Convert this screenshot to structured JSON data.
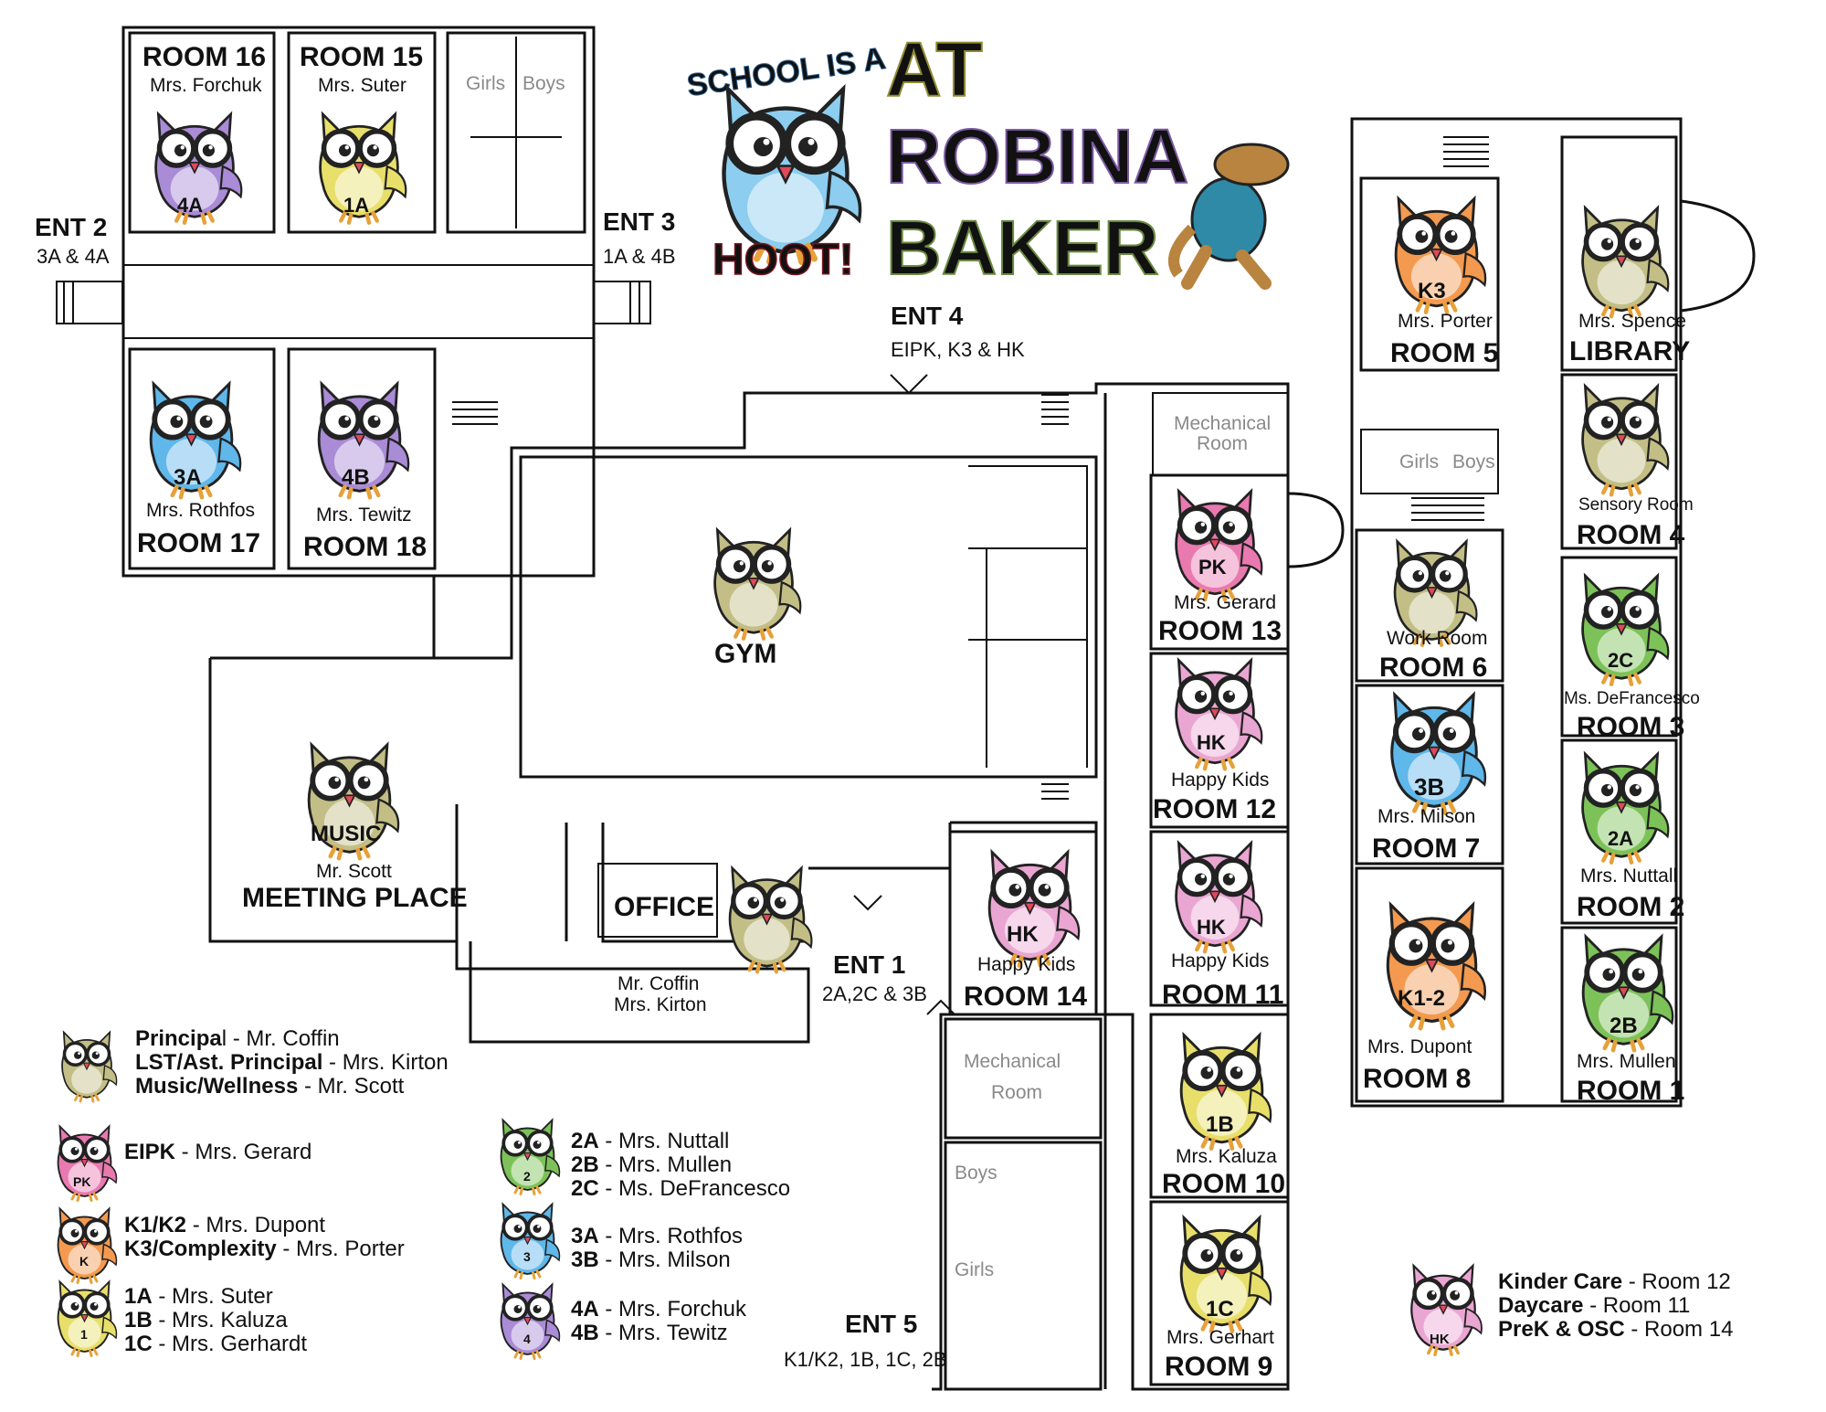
{
  "header": {
    "school_is_a": "SCHOOL IS A",
    "hoot": "HOOT!",
    "at": "AT",
    "robina": "ROBINA",
    "baker": "BAKER"
  },
  "colors": {
    "purple": "#a98bd6",
    "yellow": "#e8df6b",
    "blue": "#5fb7ea",
    "olive": "#c2be86",
    "pink": "#e87ab0",
    "lightpink": "#eaa6d2",
    "orange": "#f39a50",
    "green": "#7cc258",
    "hoot_red": "#e0495a",
    "at_yellow": "#f2ea5a"
  },
  "entrances": {
    "ent1": {
      "name": "ENT 1",
      "sub": "2A,2C & 3B"
    },
    "ent2": {
      "name": "ENT 2",
      "sub": "3A & 4A"
    },
    "ent3": {
      "name": "ENT 3",
      "sub": "1A & 4B"
    },
    "ent4": {
      "name": "ENT 4",
      "sub": "EIPK, K3 & HK"
    },
    "ent5": {
      "name": "ENT 5",
      "sub": "K1/K2, 1B, 1C, 2B"
    }
  },
  "rooms": {
    "r16": {
      "name": "ROOM 16",
      "teacher": "Mrs. Forchuk",
      "badge": "4A"
    },
    "r15": {
      "name": "ROOM 15",
      "teacher": "Mrs. Suter",
      "badge": "1A"
    },
    "r17": {
      "name": "ROOM 17",
      "teacher": "Mrs. Rothfos",
      "badge": "3A"
    },
    "r18": {
      "name": "ROOM 18",
      "teacher": "Mrs. Tewitz",
      "badge": "4B"
    },
    "r13": {
      "name": "ROOM 13",
      "teacher": "Mrs. Gerard",
      "badge": "PK"
    },
    "r12": {
      "name": "ROOM 12",
      "teacher": "Happy Kids",
      "badge": "HK"
    },
    "r11": {
      "name": "ROOM 11",
      "teacher": "Happy Kids",
      "badge": "HK"
    },
    "r14": {
      "name": "ROOM 14",
      "teacher": "Happy Kids",
      "badge": "HK"
    },
    "r10": {
      "name": "ROOM 10",
      "teacher": "Mrs. Kaluza",
      "badge": "1B"
    },
    "r9": {
      "name": "ROOM 9",
      "teacher": "Mrs. Gerhart",
      "badge": "1C"
    },
    "r5": {
      "name": "ROOM 5",
      "teacher": "Mrs. Porter",
      "badge": "K3"
    },
    "library": {
      "name": "LIBRARY",
      "teacher": "Mrs. Spence"
    },
    "r4": {
      "name": "ROOM 4",
      "teacher": "Sensory Room"
    },
    "r6": {
      "name": "ROOM 6",
      "teacher": "Work Room"
    },
    "r3": {
      "name": "ROOM 3",
      "teacher": "Ms. DeFrancesco",
      "badge": "2C"
    },
    "r7": {
      "name": "ROOM 7",
      "teacher": "Mrs. Milson",
      "badge": "3B"
    },
    "r2": {
      "name": "ROOM 2",
      "teacher": "Mrs. Nuttall",
      "badge": "2A"
    },
    "r8": {
      "name": "ROOM 8",
      "teacher": "Mrs. Dupont",
      "badge": "K1-2"
    },
    "r1": {
      "name": "ROOM 1",
      "teacher": "Mrs. Mullen",
      "badge": "2B"
    },
    "gym": {
      "name": "GYM"
    },
    "office": {
      "name": "OFFICE",
      "staff1": "Mr. Coffin",
      "staff2": "Mrs. Kirton"
    },
    "meeting": {
      "name": "MEETING PLACE",
      "teacher": "Mr. Scott",
      "badge": "MUSIC"
    }
  },
  "labels": {
    "girls": "Girls",
    "boys": "Boys",
    "mechanical": "Mechanical",
    "room": "Room"
  },
  "legend": {
    "staff": [
      {
        "role": "Principa",
        "role_tail": "l",
        "name": " - Mr. Coffin"
      },
      {
        "role": "LST/Ast. Principal",
        "name": " - Mrs. Kirton"
      },
      {
        "role": "Music/Wellness",
        "name": " - Mr. Scott"
      }
    ],
    "eipk": {
      "role": "EIPK",
      "name": " - Mrs. Gerard"
    },
    "k": [
      {
        "role": "K1/K2",
        "name": " - Mrs. Dupont"
      },
      {
        "role": "K3/Complexity",
        "name": " - Mrs. Porter"
      }
    ],
    "grade1": [
      {
        "role": "1A",
        "name": " - Mrs. Suter"
      },
      {
        "role": "1B",
        "name": " - Mrs. Kaluza"
      },
      {
        "role": "1C",
        "name": " - Mrs. Gerhardt"
      }
    ],
    "grade2": [
      {
        "role": "2A",
        "name": " - Mrs. Nuttall"
      },
      {
        "role": "2B",
        "name": " - Mrs. Mullen"
      },
      {
        "role": "2C",
        "name": " - Ms. DeFrancesco"
      }
    ],
    "grade3": [
      {
        "role": "3A",
        "name": " -  Mrs. Rothfos"
      },
      {
        "role": "3B",
        "name": " - Mrs. Milson"
      }
    ],
    "grade4": [
      {
        "role": "4A",
        "name": " - Mrs. Forchuk"
      },
      {
        "role": "4B",
        "name": " - Mrs. Tewitz"
      }
    ],
    "care": [
      {
        "role": "Kinder Care",
        "name": " - Room 12"
      },
      {
        "role": "Daycare",
        "name": " - Room 11"
      },
      {
        "role": "PreK & OSC",
        "name": " - Room 14"
      }
    ],
    "badges": {
      "pk": "PK",
      "k": "K",
      "one": "1",
      "two": "2",
      "three": "3",
      "four": "4",
      "hk": "HK"
    }
  }
}
